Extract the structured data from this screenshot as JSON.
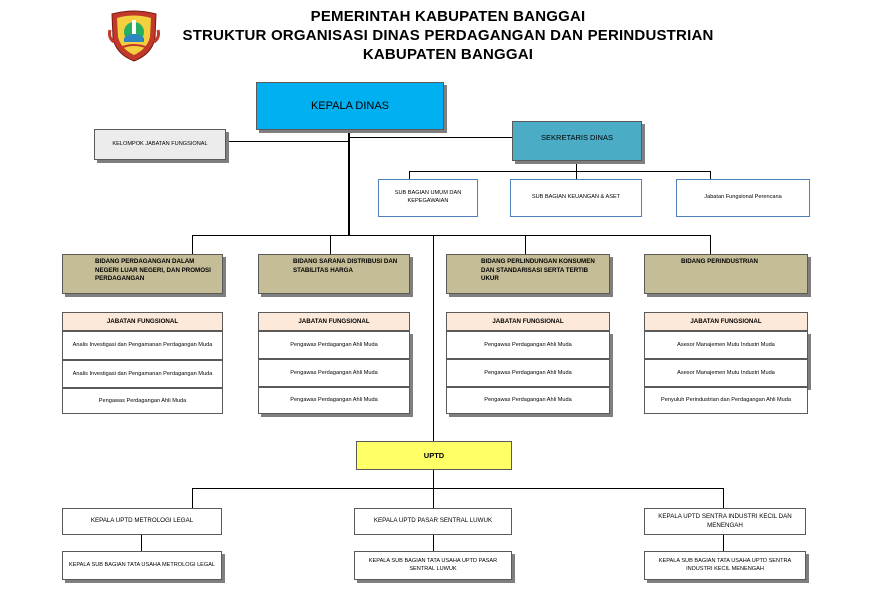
{
  "header": {
    "line1": "PEMERINTAH KABUPATEN BANGGAI",
    "line2": "STRUKTUR ORGANISASI DINAS PERDAGANGAN DAN PERINDUSTRIAN",
    "line3": "KABUPATEN BANGGAI"
  },
  "colors": {
    "kepala": "#00b0f0",
    "sekretaris": "#4bacc6",
    "bidang": "#c4bd97",
    "jabatan_head": "#fde9d9",
    "uptd": "#ffff66",
    "subbag_border": "#4f81bd"
  },
  "kepala_dinas": "KEPALA DINAS",
  "kelompok_jabatan": "KELOMPOK JABATAN FUNGSIONAL",
  "sekretaris": "SEKRETARIS DINAS",
  "subbagian": [
    "SUB BAGIAN UMUM DAN KEPEGAWAIAN",
    "SUB BAGIAN KEUANGAN & ASET",
    "Jabatan Fungsional Perencana"
  ],
  "bidang": [
    {
      "name": "BIDANG PERDAGANGAN DALAM NEGERI LUAR NEGERI, DAN PROMOSI PERDAGANGAN",
      "jf_label": "JABATAN FUNGSIONAL",
      "items": [
        "Analis Investigasi dan Pengamanan Perdagangan Muda",
        "Analis Investigasi dan Pengamanan Perdagangan Muda",
        "Pengawas Perdagangan Ahli Muda"
      ]
    },
    {
      "name": "BIDANG SARANA DISTRIBUSI DAN STABILITAS HARGA",
      "jf_label": "JABATAN FUNGSIONAL",
      "items": [
        "Pengawas Perdagangan Ahli Muda",
        "Pengawas Perdagangan Ahli Muda",
        "Pengawas Perdagangan Ahli Muda"
      ]
    },
    {
      "name": "BIDANG PERLINDUNGAN KONSUMEN DAN STANDARISASI SERTA TERTIB UKUR",
      "jf_label": "JABATAN FUNGSIONAL",
      "items": [
        "Pengawas Perdagangan Ahli Muda",
        "Pengawas Perdagangan Ahli Muda",
        "Pengawas Perdagangan Ahli Muda"
      ]
    },
    {
      "name": "BIDANG PERINDUSTRIAN",
      "jf_label": "JABATAN FUNGSIONAL",
      "items": [
        "Asesor Manajemen Mutu Industri Muda",
        "Asesor Manajemen Mutu Industri Muda",
        "Penyuluh Perindustrian dan Perdagangan Ahli Muda"
      ]
    }
  ],
  "uptd": "UPTD",
  "uptd_units": [
    {
      "kepala": "KEPALA UPTD METROLOGI LEGAL",
      "subbag": "KEPALA SUB BAGIAN TATA USAHA METROLOGI LEGAL"
    },
    {
      "kepala": "KEPALA UPTD PASAR SENTRAL LUWUK",
      "subbag": "KEPALA SUB BAGIAN TATA USAHA UPTD PASAR SENTRAL LUWUK"
    },
    {
      "kepala": "KEPALA UPTD SENTRA INDUSTRI KECIL DAN MENENGAH",
      "subbag": "KEPALA SUB BAGIAN TATA USAHA UPTD SENTRA INDUSTRI KECIL MENENGAH"
    }
  ]
}
